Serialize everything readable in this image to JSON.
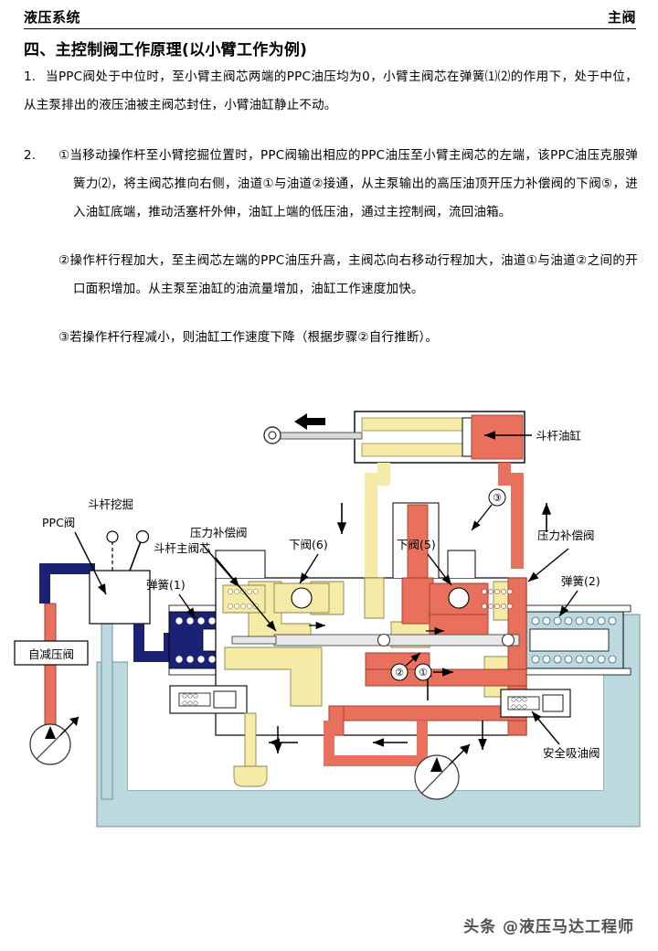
{
  "header": {
    "left_title": "液压系统",
    "right_title": "主阀"
  },
  "section": {
    "title": "四、主控制阀工作原理(以小臂工作为例)"
  },
  "paragraphs": {
    "item1": {
      "marker": "1.",
      "text": "当PPC阀处于中位时，至小臂主阀芯两端的PPC油压均为0，小臂主阀芯在弹簧⑴⑵的作用下，处于中位，从主泵排出的液压油被主阀芯封住，小臂油缸静止不动。"
    },
    "item2": {
      "marker": "2.",
      "sub1": "①当移动操作杆至小臂挖掘位置时，PPC阀输出相应的PPC油压至小臂主阀芯的左端，该PPC油压克服弹簧力⑵，将主阀芯推向右侧，油道①与油道②接通，从主泵输出的高压油顶开压力补偿阀的下阀⑤，进入油缸底端，推动活塞杆外伸，油缸上端的低压油，通过主控制阀，流回油箱。",
      "sub2": "②操作杆行程加大，至主阀芯左端的PPC油压升高，主阀芯向右移动行程加大，油道①与油道②之间的开口面积增加。从主泵至油缸的油流量增加，油缸工作速度加快。",
      "sub3": "③若操作杆行程减小，则油缸工作速度下降（根据步骤②自行推断）。"
    }
  },
  "diagram": {
    "labels": {
      "arm_cylinder": "斗杆油缸",
      "pressure_comp_valve_left": "压力补偿阀",
      "pressure_comp_valve_right": "压力补偿阀",
      "lower_valve_6": "下阀(6)",
      "lower_valve_5": "下阀(5)",
      "arm_main_spool": "斗杆主阀芯",
      "spring_1": "弹簧(1)",
      "spring_2": "弹簧(2)",
      "ppc_valve": "PPC阀",
      "arm_dig": "斗杆挖掘",
      "self_reducing_valve": "自减压阀",
      "safety_suction_valve": "安全吸油阀",
      "circle_1": "①",
      "circle_2": "②",
      "circle_3": "③"
    },
    "colors": {
      "high_pressure_red": "#E8705C",
      "low_pressure_yellow": "#F6EBA6",
      "ppc_navy": "#1B2273",
      "tank_light_blue": "#BCD9E0",
      "outline": "#000000",
      "steel_gray": "#D9D9D9"
    }
  },
  "watermark": {
    "text": "头条 @液压马达工程师"
  }
}
